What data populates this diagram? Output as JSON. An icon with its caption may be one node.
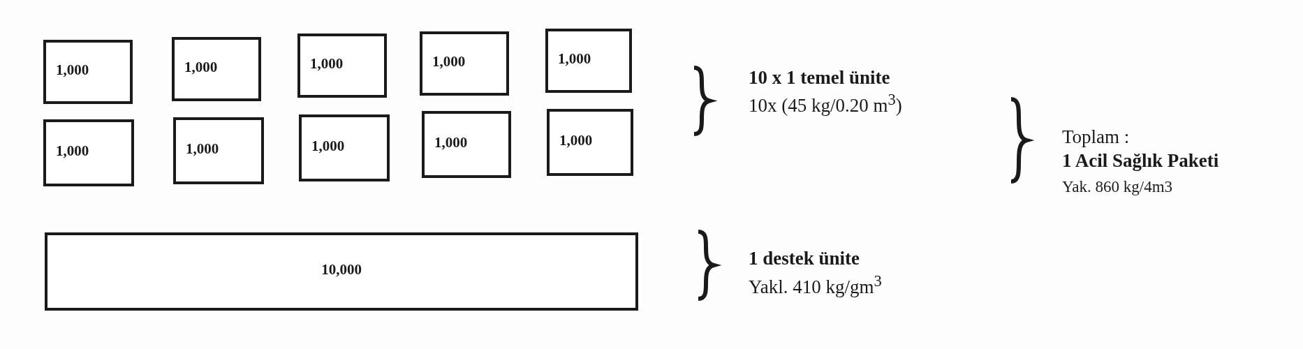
{
  "diagram": {
    "nodes": [
      {
        "text": [
          "1,000"
        ]
      },
      {
        "text": [
          "1,000"
        ]
      },
      {
        "text": [
          "1,000"
        ]
      },
      {
        "text": [
          "1,000"
        ]
      },
      {
        "text": [
          "1,000"
        ]
      },
      {
        "text": [
          "1,000"
        ]
      },
      {
        "text": [
          "1,000"
        ]
      },
      {
        "text": [
          "1,000"
        ]
      },
      {
        "text": [
          "1,000"
        ]
      },
      {
        "text": [
          "1,000"
        ]
      },
      {
        "text": [
          "10,000"
        ]
      }
    ],
    "labels": [
      "10 x 1 temel ünite",
      "10x (45 kg/0.20 m$^{3}$)",
      "Toplam :",
      "1 Acil Sağlık Paketi",
      "Yak. 860 kg/4m3",
      "1 destek ünite",
      "Yakl. 410 kg/gm$^{3}$"
    ]
  }
}
